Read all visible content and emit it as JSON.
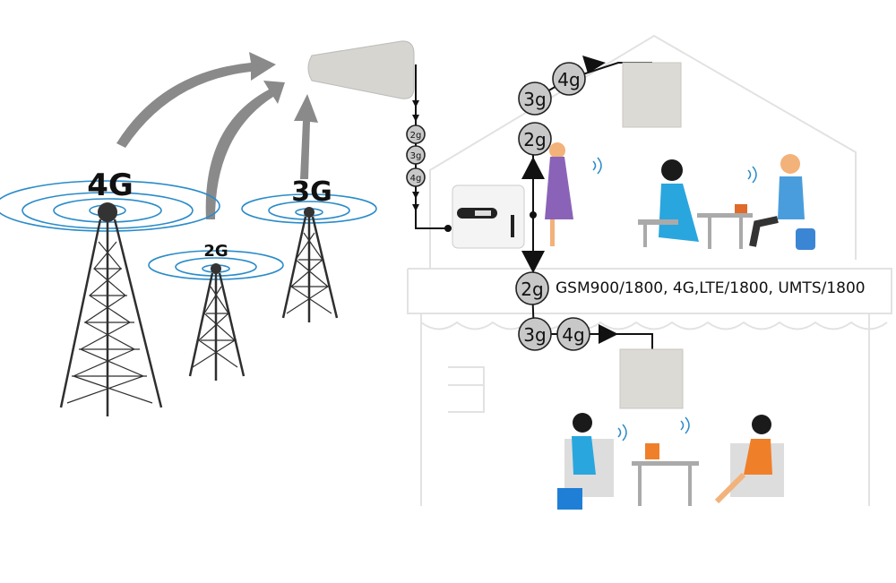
{
  "towers": [
    {
      "label": "4G"
    },
    {
      "label": "2G"
    },
    {
      "label": "3G"
    }
  ],
  "outdoor_chain": [
    "2g",
    "3g",
    "4g"
  ],
  "upper_floor_nodes": [
    "4g",
    "3g",
    "2g"
  ],
  "lower_floor_nodes": [
    "2g",
    "3g",
    "4g"
  ],
  "frequency_text": "GSM900/1800, 4G,LTE/1800, UMTS/1800",
  "colors": {
    "signal_ring": "#2a8bc9",
    "node_fill": "#c8c8c8",
    "arrow": "#8a8a8a"
  }
}
